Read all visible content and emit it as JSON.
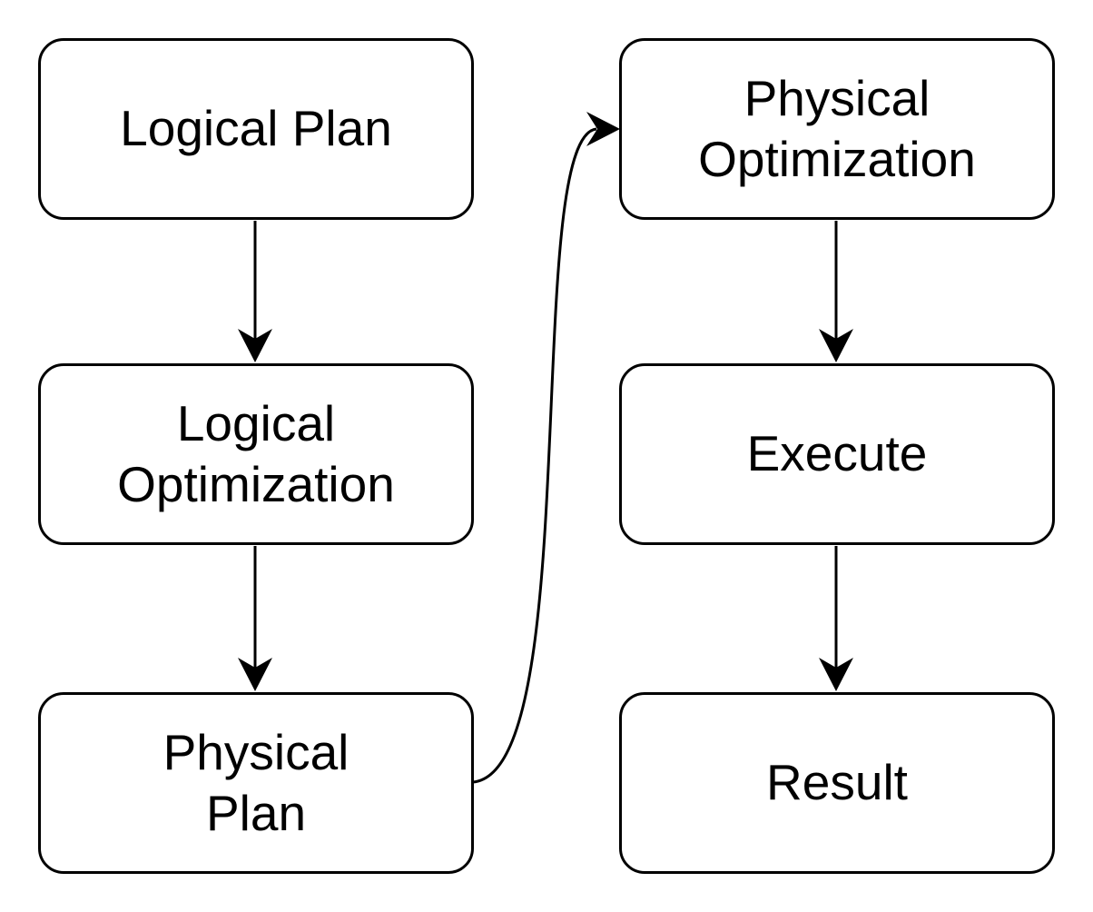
{
  "diagram_type": "flowchart",
  "colors": {
    "background": "#ffffff",
    "node_fill": "#ffffff",
    "node_stroke": "#000000",
    "arrow": "#000000",
    "text": "#000000"
  },
  "nodes": [
    {
      "id": "logical-plan",
      "label": "Logical Plan"
    },
    {
      "id": "logical-optimization",
      "label": "Logical\nOptimization"
    },
    {
      "id": "physical-plan",
      "label": "Physical\nPlan"
    },
    {
      "id": "physical-optimization",
      "label": "Physical\nOptimization"
    },
    {
      "id": "execute",
      "label": "Execute"
    },
    {
      "id": "result",
      "label": "Result"
    }
  ],
  "edges": [
    {
      "from": "logical-plan",
      "to": "logical-optimization",
      "style": "straight"
    },
    {
      "from": "logical-optimization",
      "to": "physical-plan",
      "style": "straight"
    },
    {
      "from": "physical-plan",
      "to": "physical-optimization",
      "style": "curved"
    },
    {
      "from": "physical-optimization",
      "to": "execute",
      "style": "straight"
    },
    {
      "from": "execute",
      "to": "result",
      "style": "straight"
    }
  ]
}
